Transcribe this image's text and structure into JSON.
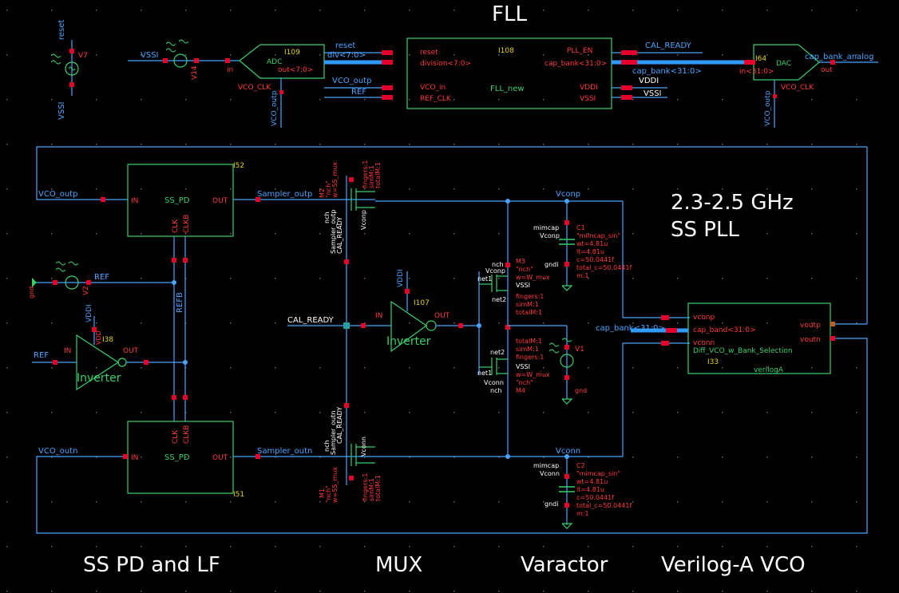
{
  "colors": {
    "background": "#000000",
    "wire": "#4aa3ff",
    "bus": "#2f9bff",
    "block": "#39d06a",
    "pin": "#e8002a",
    "label_red": "#ff3b3b",
    "label_white": "#ffffff",
    "yellow": "#e6d21a",
    "dot": "#6a6a6a"
  },
  "titles": {
    "fll": "FLL",
    "pll": "2.3-2.5 GHz",
    "pll2": "SS PLL",
    "ss_pd_lf": "SS PD and LF",
    "mux": "MUX",
    "varactor": "Varactor",
    "vco": "Verilog-A VCO"
  },
  "fll": {
    "src_reset_name": "V7",
    "src_reset_net": "reset",
    "src_vssi": "VSSI",
    "vssi_left": "VSSI",
    "v14": "V14",
    "in_pin": "in",
    "adc_inst": "I109",
    "adc_label": "ADC",
    "adc_out": "out<7:0>",
    "adc_vcoclk": "VCO_CLK",
    "adc_vcooutp": "VCO_outp",
    "net_reset": "reset",
    "net_div": "div<7:0>",
    "net_vco_outp": "VCO_outp",
    "net_ref": "REF",
    "fll_inst": "I108",
    "fll_name": "FLL_new",
    "pin_reset": "reset",
    "pin_division": "division<7:0>",
    "pin_vco_in": "VCO_in",
    "pin_ref_clk": "REF_CLK",
    "pin_pll_en": "PLL_EN",
    "pin_cap_bank": "cap_bank<31:0>",
    "pin_vddi": "VDDI",
    "pin_vssi": "VSSI",
    "net_cal_ready": "CAL_READY",
    "net_cap_bank": "cap_bank<31:0>",
    "net_vddi": "VDDI",
    "net_vssi": "VSSI",
    "dac_inst": "I64",
    "dac_label": "DAC",
    "dac_in": "in<31:0>",
    "dac_out": "out",
    "dac_vcoclk": "VCO_CLK",
    "dac_vcooutp": "VCO_outp",
    "cap_bank_analog": "cap_bank_analog"
  },
  "pd": {
    "vco_outp": "VCO_outp",
    "vco_outn": "VCO_outn",
    "pd_top_inst": "I52",
    "pd_bot_inst": "I51",
    "pd_name": "SS_PD",
    "in": "IN",
    "out": "OUT",
    "clk": "CLK",
    "clkb": "CLKB",
    "sampler_outp": "Sampler_outp",
    "sampler_outn": "Sampler_outn",
    "ref": "REF",
    "refb": "REFB",
    "v2": "V2",
    "gnd": "gnd",
    "inv_inst": "I38",
    "inv_name": "Inverter",
    "vddi": "VDDI",
    "vdd": "VDD",
    "ref_in": "REF"
  },
  "mux": {
    "m2": "M2",
    "m1": "M1",
    "nch": "nch",
    "nch_q": "\"nch\"",
    "wvssmux": "w=SS_mux",
    "fingers": "fingers:1",
    "simm": "simM:1",
    "totalm": "totalM:1",
    "cal_ready": "CAL_READY",
    "sampler_outp": "Sampler_outp",
    "sampler_outn": "Sampler_outn",
    "vconp": "Vconp",
    "vconn": "Vconn",
    "inv_inst": "I107",
    "inv_name": "Inverter",
    "in": "IN",
    "out": "OUT",
    "vddi": "VDDI"
  },
  "var": {
    "vconp": "Vconp",
    "vconn": "Vconn",
    "c1": "C1",
    "c2": "C2",
    "mimcap": "mimcap",
    "mimcap_q": "\"mimcap_sin\"",
    "wt": "wt=4.81u",
    "lt": "lt=4.81u",
    "c": "c=50.0441f",
    "total_c": "total_c=50.0441f",
    "m1": "m:1",
    "gndi": "gndi",
    "m3": "M3",
    "m4": "M4",
    "nch": "nch",
    "nch_q": "\"nch\"",
    "net1": "net1",
    "net2": "net2",
    "w_mux": "w=W_mux",
    "fingers": "fingers:1",
    "simm": "simM:1",
    "totalm": "totalM:1",
    "vssi": "VSSI",
    "v1": "V1",
    "gnd": "gnd"
  },
  "vco": {
    "vconp": "vconp",
    "cap_band": "cap_band<31:0>",
    "vconn": "vconn",
    "voutp": "voutp",
    "voutn": "voutn",
    "name": "Diff_VCO_w_Bank_Selection",
    "inst": "I33",
    "veriloga": "verilogA",
    "cap_bank_net": "cap_bank<31:0>"
  }
}
